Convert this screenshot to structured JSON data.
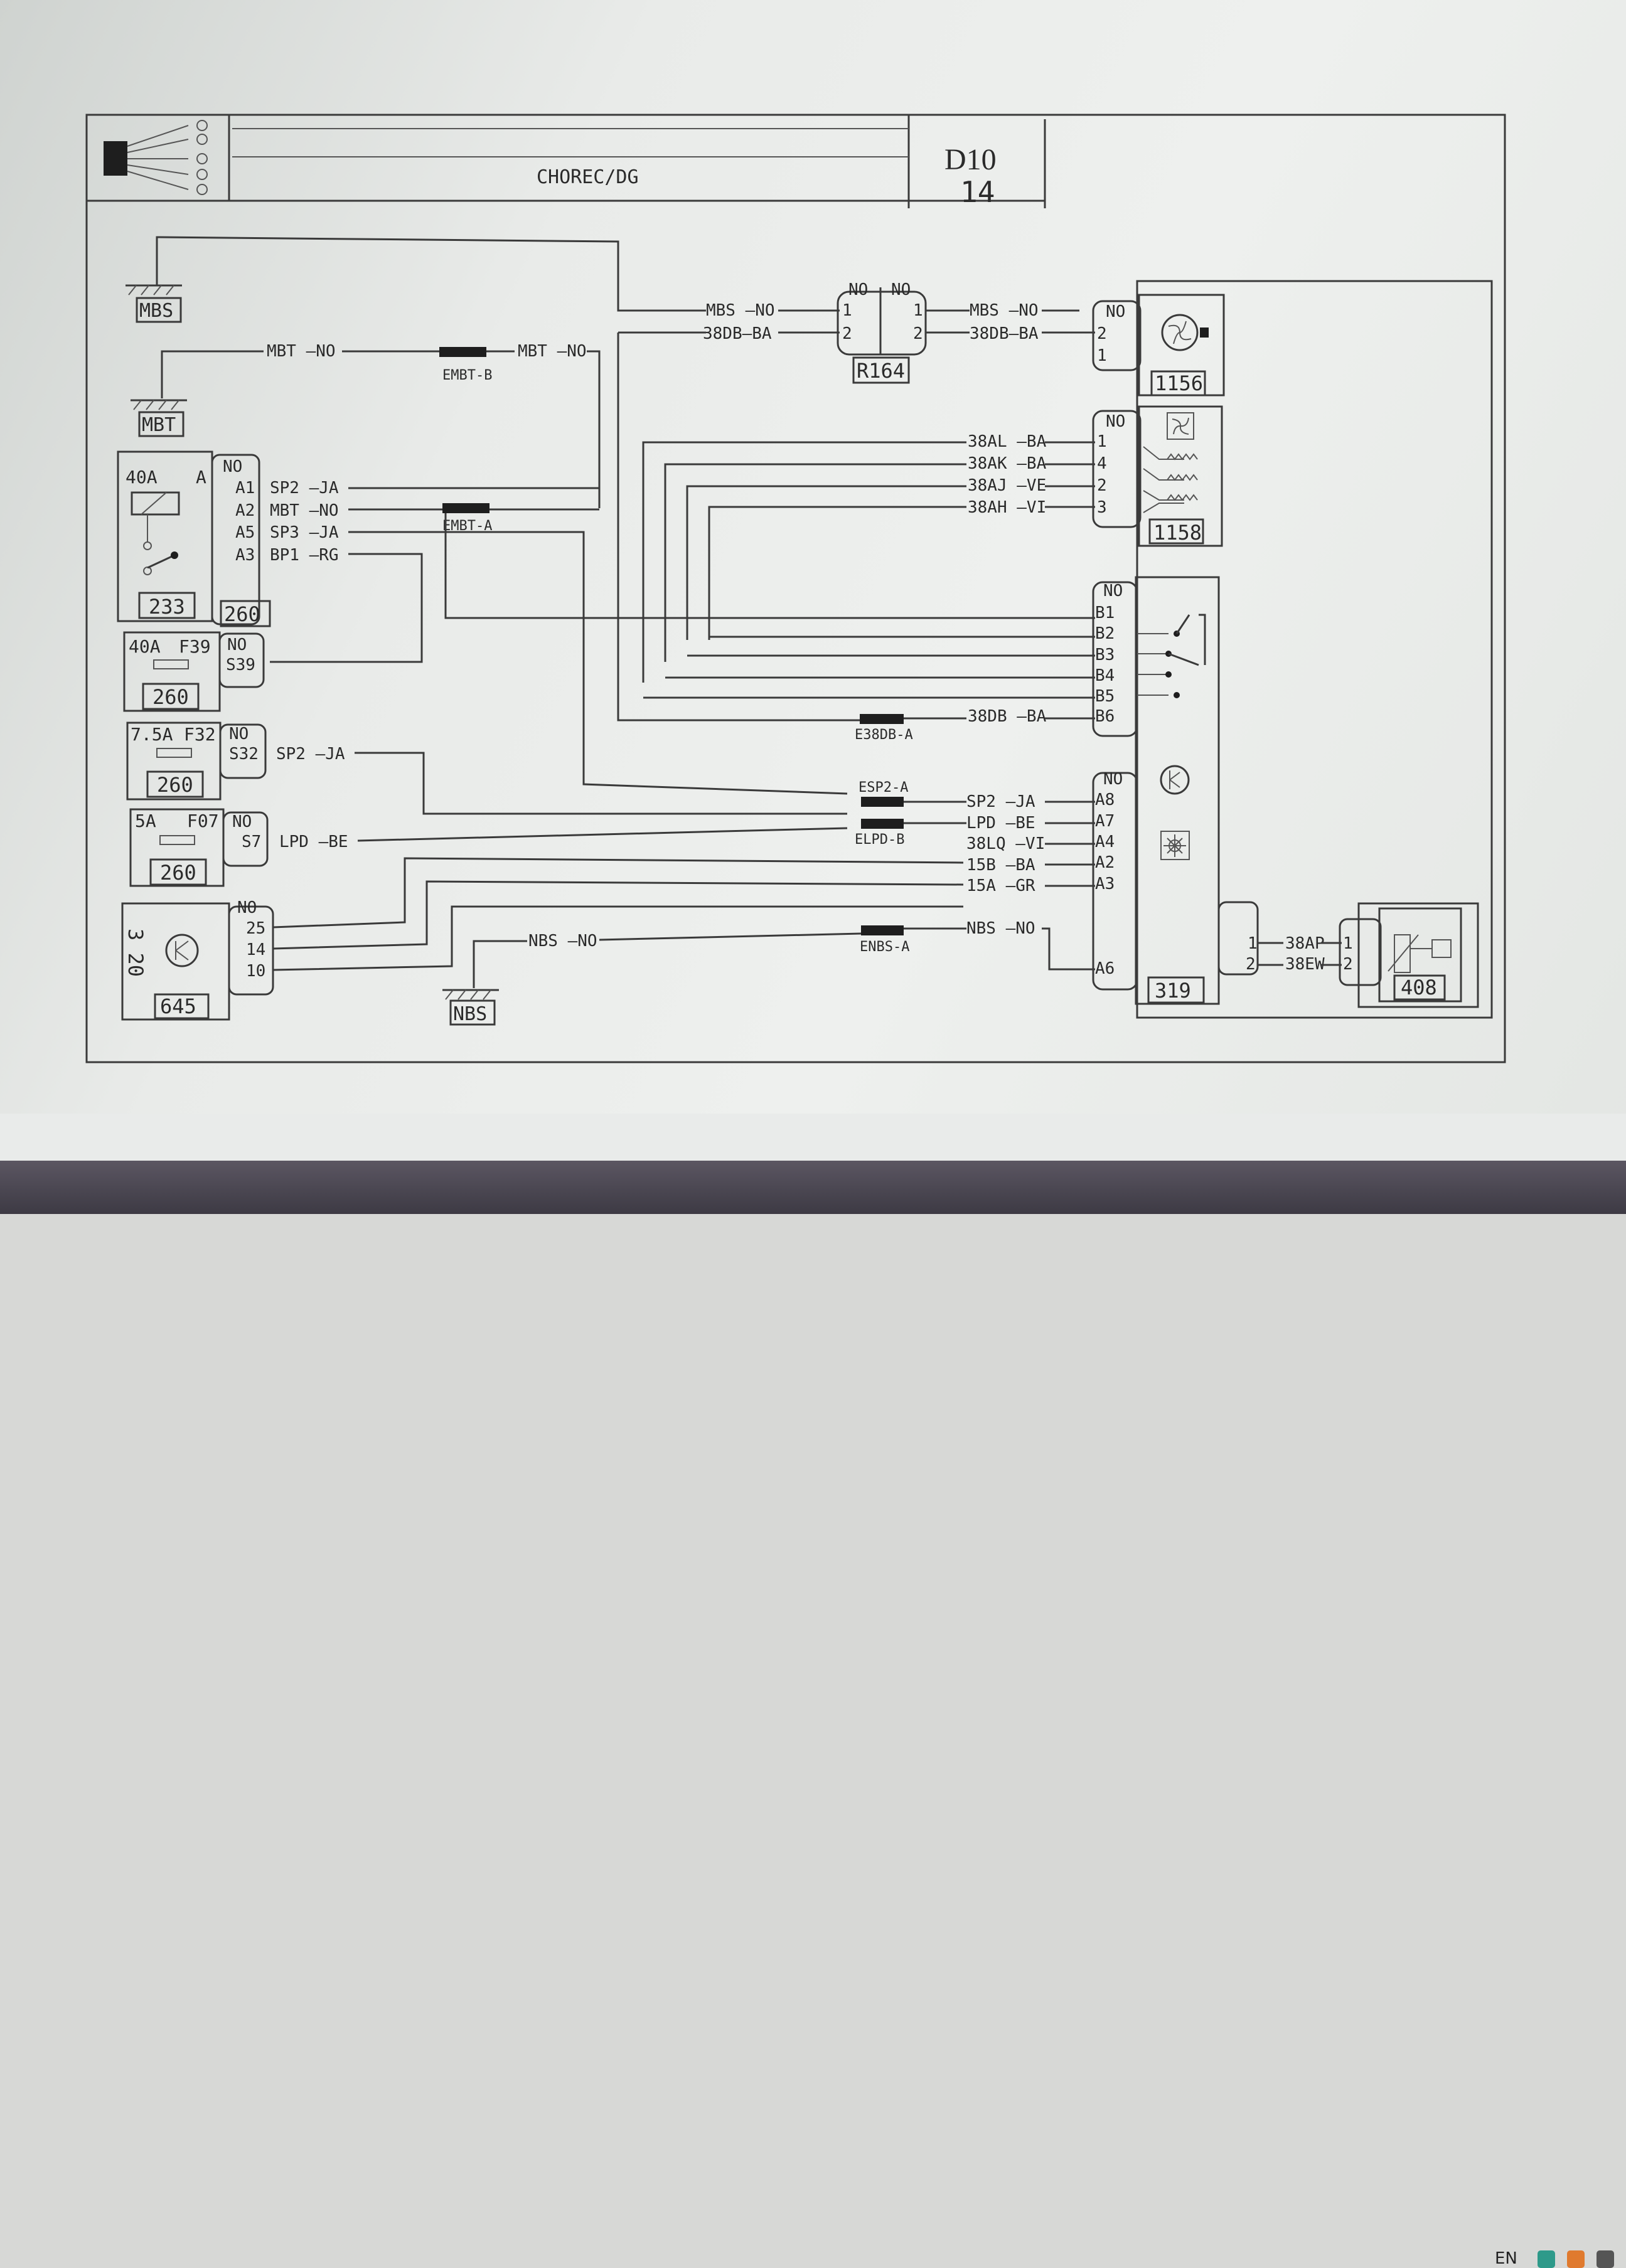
{
  "title_block": {
    "program": "CHOREC/DG",
    "page_code": "D10",
    "page_number": "14"
  },
  "grounds": [
    "MBS",
    "MBT",
    "NBS"
  ],
  "components": {
    "r164": "R164",
    "fan_1156": "1156",
    "fan_1158": "1158",
    "c233": "233",
    "c260a": "260",
    "c260b": "260",
    "c260c": "260",
    "c260d": "260",
    "c645": "645",
    "c408": "408",
    "c319": "319"
  },
  "fuses": {
    "relay": {
      "rating": "40A",
      "pin": "A"
    },
    "f39": {
      "rating": "40A",
      "name": "F39"
    },
    "f32": {
      "rating": "7.5A",
      "name": "F32"
    },
    "f07": {
      "rating": "5A",
      "name": "F07"
    }
  },
  "connectors": [
    "EMBT-B",
    "EMBT-A",
    "E38DB-A",
    "ESP2-A",
    "ELPD-B",
    "ENBS-A"
  ],
  "wires": {
    "mbs_top": "MBS —NO",
    "db_top": "38DB—BA",
    "mbs_right": "MBS —NO",
    "db_right": "38DB—BA",
    "mbt_left": "MBT —NO",
    "mbt_right": "MBT —NO",
    "sp2_ja": "SP2 —JA",
    "mbt_no": "MBT —NO",
    "sp3_ja": "SP3 —JA",
    "bp1_rg": "BP1 —RG",
    "al": "38AL —BA",
    "ak": "38AK —BA",
    "aj": "38AJ —VE",
    "ah": "38AH —VI",
    "db_b6": "38DB —BA",
    "sp2_f32": "SP2 —JA",
    "lpd_f07": "LPD —BE",
    "sp2_a8": "SP2 —JA",
    "lpd_a7": "LPD —BE",
    "lq_a4": "38LQ —VI",
    "b15_a2": "15B —BA",
    "a15_a3": "15A —GR",
    "nbs_left": "NBS —NO",
    "nbs_right": "NBS —NO",
    "ap": "38AP",
    "ew": "38EW"
  },
  "pins": {
    "no": "NO",
    "r164_l1": "1",
    "r164_l2": "2",
    "r164_r1": "1",
    "r164_r2": "2",
    "f1156_2": "2",
    "f1156_1": "1",
    "f1158": [
      "1",
      "4",
      "2",
      "3"
    ],
    "relay": [
      "A1",
      "A2",
      "A5",
      "A3"
    ],
    "s39": "S39",
    "s32": "S32",
    "s7": "S7",
    "c645": [
      "25",
      "14",
      "10"
    ],
    "c645_side": "3 20",
    "b": [
      "B1",
      "B2",
      "B3",
      "B4",
      "B5",
      "B6"
    ],
    "a": [
      "A8",
      "A7",
      "A4",
      "A2",
      "A3"
    ],
    "a6": "A6",
    "c319_1": "1",
    "c319_2": "2",
    "c408_1": "1",
    "c408_2": "2"
  },
  "taskbar": {
    "language": "EN"
  },
  "colors": {
    "background": "#eef0ee",
    "ink": "#2a2a2a",
    "connector": "#1e1e1e"
  }
}
